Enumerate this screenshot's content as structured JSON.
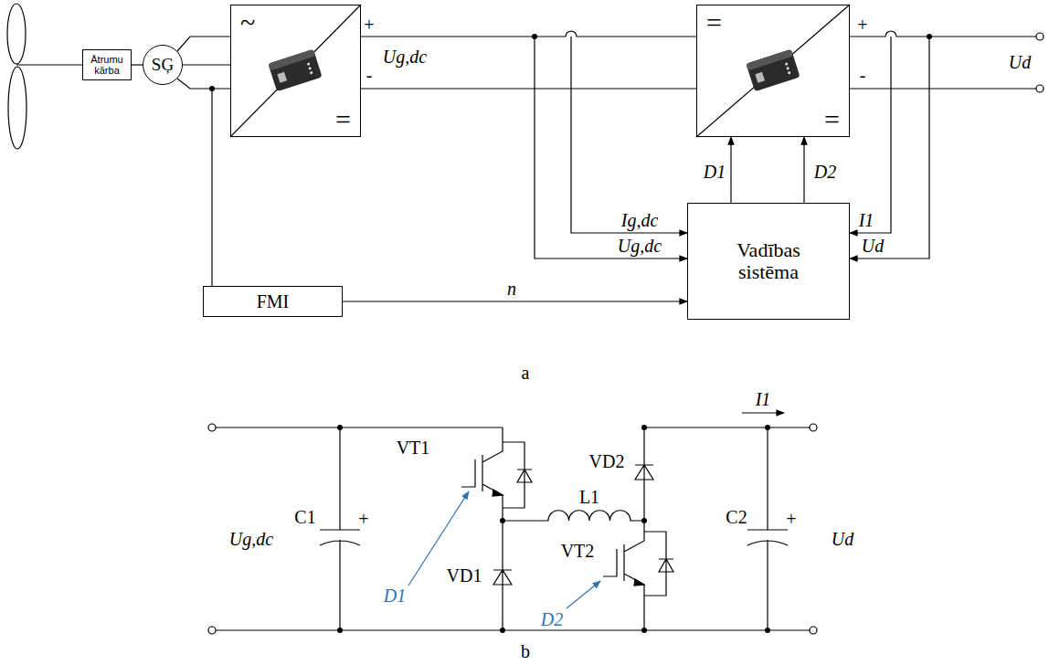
{
  "diagram": {
    "nodes": [
      {
        "text": [
          "Ātrumu kārba"
        ]
      },
      {
        "text": [
          "SĢ"
        ]
      },
      {
        "text": [
          "~",
          "="
        ]
      },
      {
        "text": [
          "=",
          "="
        ]
      },
      {
        "text": [
          "Vadības sistēma"
        ]
      },
      {
        "text": [
          "FMI"
        ]
      }
    ],
    "edges": [
      {
        "from": 0,
        "to": 1,
        "arrow": "none"
      },
      {
        "from": 1,
        "to": 2,
        "arrow": "none"
      },
      {
        "from": 2,
        "to": 3,
        "arrow": "none"
      },
      {
        "from": 1,
        "to": 5,
        "arrow": "none"
      },
      {
        "from": 5,
        "to": 4,
        "label": "n",
        "arrow": "to"
      },
      {
        "from": 4,
        "to": 3,
        "label": "D1",
        "arrow": "to"
      },
      {
        "from": 4,
        "to": 3,
        "label": "D2",
        "arrow": "to"
      },
      {
        "from": 2,
        "to": 4,
        "label": "Ig,dc",
        "arrow": "to"
      },
      {
        "from": 2,
        "to": 4,
        "label": "Ug,dc",
        "arrow": "to"
      },
      {
        "from": 3,
        "to": 4,
        "label": "I1",
        "arrow": "to"
      },
      {
        "from": 3,
        "to": 4,
        "label": "Ud",
        "arrow": "to"
      }
    ],
    "labels": [
      "Ug,dc",
      "+",
      "-",
      "+",
      "-",
      "Ud",
      "a",
      "I1",
      "VT1",
      "VD2",
      "+",
      "C1",
      "Ug,dc",
      "+",
      "C2",
      "Ud",
      "L1",
      "VD1",
      "VT2",
      "D1",
      "D2",
      "b"
    ]
  }
}
